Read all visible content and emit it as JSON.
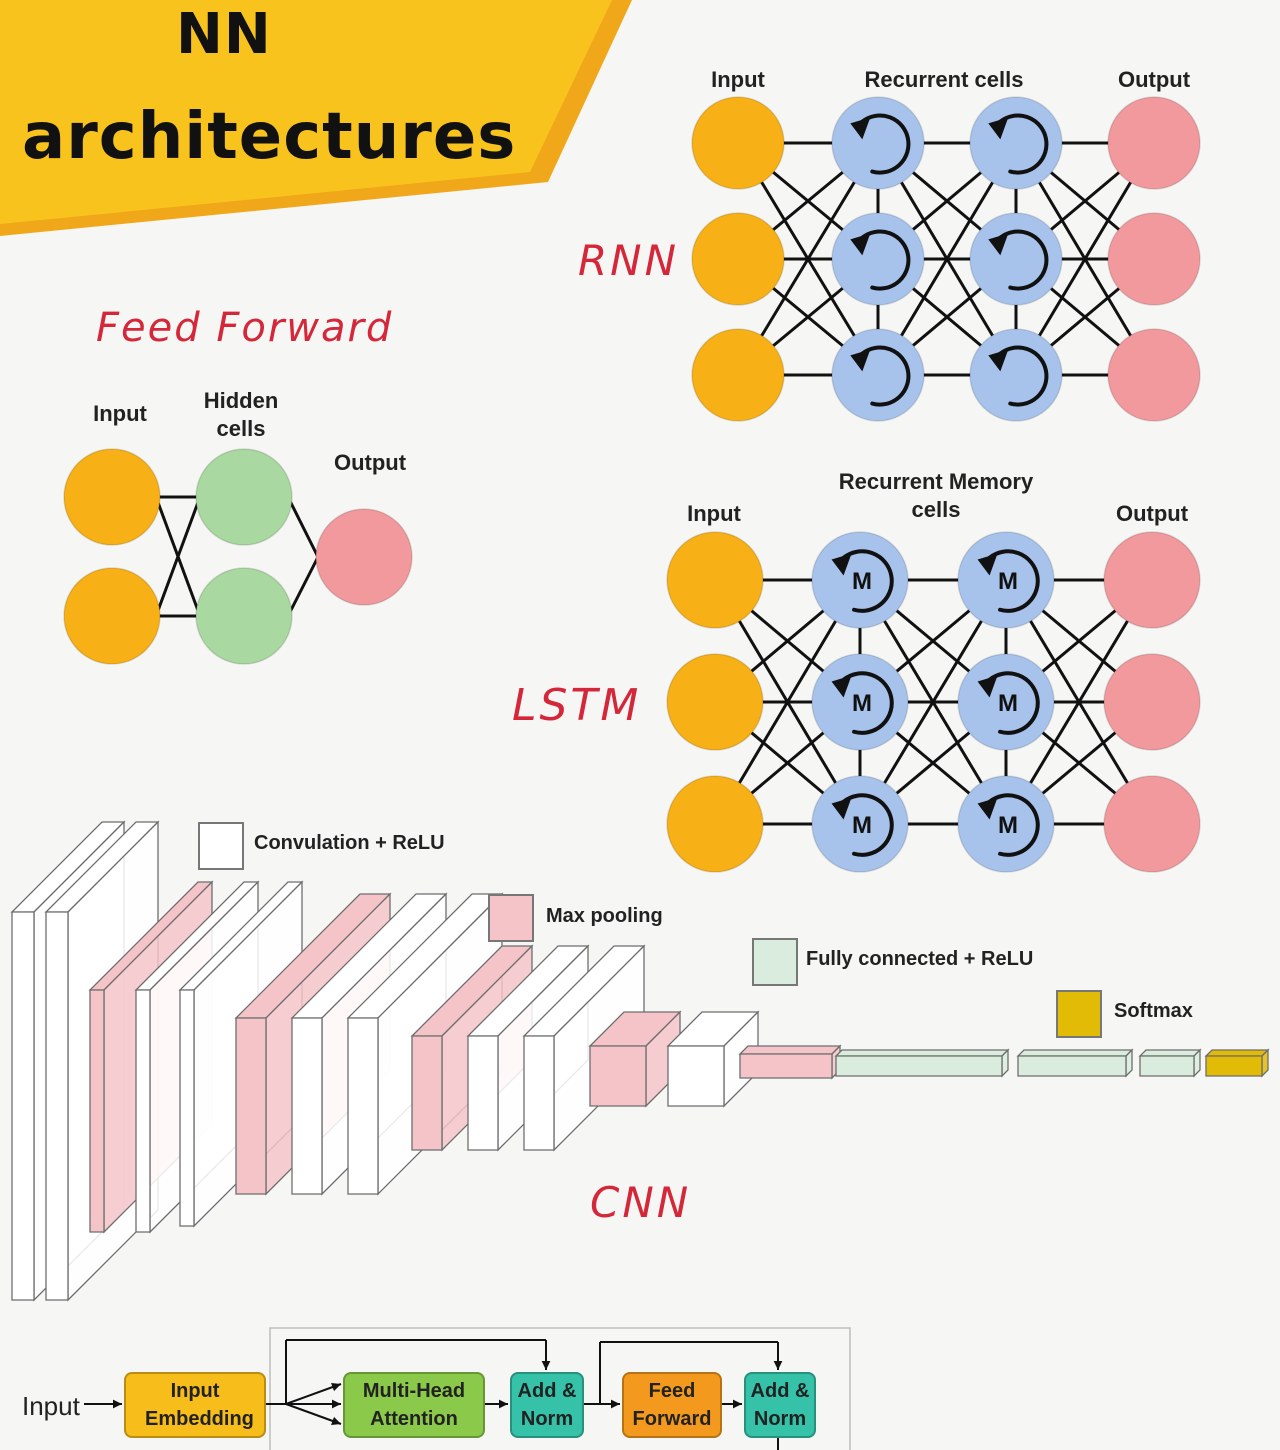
{
  "title": {
    "line1": "NN",
    "line2": "architectures"
  },
  "colors": {
    "banner": "#f9c31d",
    "input_node": "#f7b015",
    "hidden_node": "#a9d8a0",
    "recurrent_node": "#a7c3ec",
    "output_node": "#f1999d",
    "label_red": "#d4283a",
    "pool_pink": "#f4c4c8",
    "fc_green": "#d9ecdd",
    "softmax_yellow": "#e1bb06"
  },
  "feed_forward": {
    "label": "Feed Forward",
    "input": "Input",
    "hidden": "Hidden cells",
    "output": "Output"
  },
  "rnn": {
    "label": "RNN",
    "input": "Input",
    "cells": "Recurrent cells",
    "output": "Output",
    "cell_icon": "loop-arrow-icon"
  },
  "lstm": {
    "label": "LSTM",
    "input": "Input",
    "cells": "Recurrent Memory cells",
    "output": "Output",
    "cell_glyph": "M",
    "cell_icon": "loop-arrow-icon"
  },
  "cnn": {
    "label": "CNN",
    "legend": [
      "Convulation + ReLU",
      "Max pooling",
      "Fully connected + ReLU",
      "Softmax"
    ]
  },
  "transformer": {
    "input_label": "Input",
    "blocks": {
      "input_embedding": "Input Embedding",
      "mha": "Multi-Head Attention",
      "add_norm_1": "Add & Norm",
      "feed_forward": "Feed Forward",
      "add_norm_2": "Add & Norm"
    }
  }
}
